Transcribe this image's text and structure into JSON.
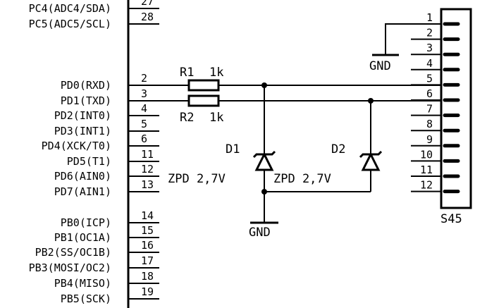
{
  "mcu_pins": [
    {
      "label": "PC4(ADC4/SDA)",
      "num": "27"
    },
    {
      "label": "PC5(ADC5/SCL)",
      "num": "28"
    },
    {
      "label": "PD0(RXD)",
      "num": "2"
    },
    {
      "label": "PD1(TXD)",
      "num": "3"
    },
    {
      "label": "PD2(INT0)",
      "num": "4"
    },
    {
      "label": "PD3(INT1)",
      "num": "5"
    },
    {
      "label": "PD4(XCK/T0)",
      "num": "6"
    },
    {
      "label": "PD5(T1)",
      "num": "11"
    },
    {
      "label": "PD6(AIN0)",
      "num": "12"
    },
    {
      "label": "PD7(AIN1)",
      "num": "13"
    },
    {
      "label": "PB0(ICP)",
      "num": "14"
    },
    {
      "label": "PB1(OC1A)",
      "num": "15"
    },
    {
      "label": "PB2(SS/OC1B)",
      "num": "16"
    },
    {
      "label": "PB3(MOSI/OC2)",
      "num": "17"
    },
    {
      "label": "PB4(MISO)",
      "num": "18"
    },
    {
      "label": "PB5(SCK)",
      "num": "19"
    }
  ],
  "resistors": {
    "r1_name": "R1",
    "r1_value": "1k",
    "r2_name": "R2",
    "r2_value": "1k"
  },
  "diodes": {
    "d1_name": "D1",
    "d1_value": "ZPD 2,7V",
    "d2_name": "D2",
    "d2_value": "ZPD 2,7V"
  },
  "gnd": {
    "top": "GND",
    "bottom": "GND"
  },
  "connector": {
    "name": "S45",
    "pins": [
      "1",
      "2",
      "3",
      "4",
      "5",
      "6",
      "7",
      "8",
      "9",
      "10",
      "11",
      "12"
    ]
  }
}
